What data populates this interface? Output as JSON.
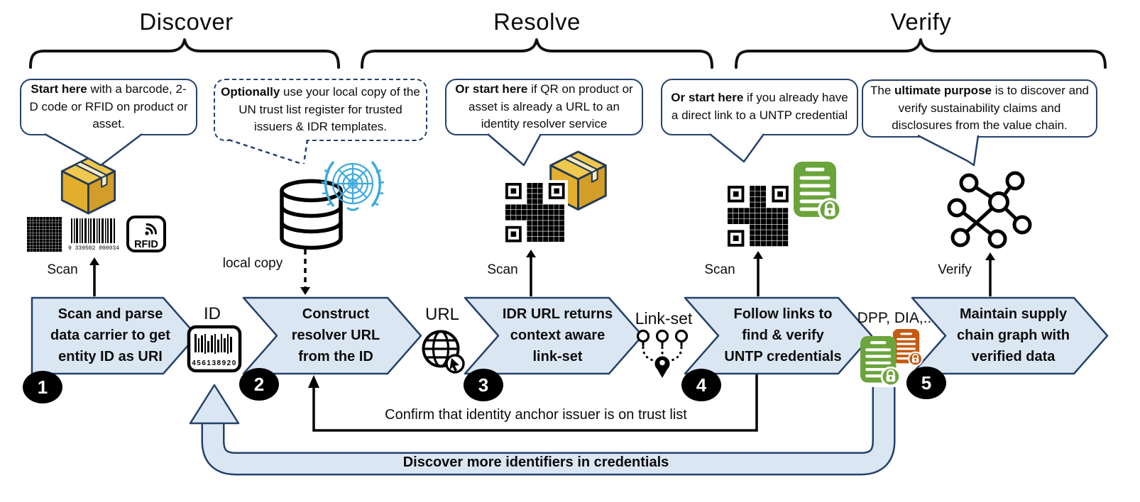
{
  "phases": [
    {
      "label": "Discover"
    },
    {
      "label": "Resolve"
    },
    {
      "label": "Verify"
    }
  ],
  "callouts": [
    {
      "pre": "",
      "bold": "Start here",
      "post": " with a barcode, 2-D code or RFID on product or asset."
    },
    {
      "pre": "",
      "bold": "Optionally",
      "post": " use your local copy of the UN trust list register for trusted issuers & IDR templates."
    },
    {
      "pre": "",
      "bold": "Or start here",
      "post": " if QR on product or asset is already a URL to an identity resolver service"
    },
    {
      "pre": "",
      "bold": "Or start here",
      "post": " if you already have a direct link to a UNTP credential"
    },
    {
      "pre": "The ",
      "bold": "ultimate purpose",
      "post": " is to discover and verify sustainability claims and disclosures from the value chain."
    }
  ],
  "steps": [
    {
      "number": "1",
      "label": "Scan and parse\ndata carrier to get\nentity ID as URI"
    },
    {
      "number": "2",
      "label": "Construct\nresolver URL\nfrom the ID"
    },
    {
      "number": "3",
      "label": "IDR URL returns\ncontext aware\nlink-set"
    },
    {
      "number": "4",
      "label": "Follow links to\nfind & verify\nUNTP credentials"
    },
    {
      "number": "5",
      "label": "Maintain supply\nchain graph with\nverified data"
    }
  ],
  "artifacts": {
    "id_label": "ID",
    "url_label": "URL",
    "linkset_label": "Link-set",
    "credentials_label": "DPP, DIA,..",
    "id_barcode_digits": "456138920",
    "product_barcode_digits": "9 339502 000034",
    "rfid_label": "RFID"
  },
  "action_labels": {
    "scan1": "Scan",
    "local_copy": "local copy",
    "scan3": "Scan",
    "scan4": "Scan",
    "verify": "Verify"
  },
  "feedback": {
    "trust": "Confirm that identity anchor issuer is on trust list",
    "discover_more": "Discover more identifiers in credentials"
  },
  "colors": {
    "outline_navy": "#24426b",
    "chevron_fill": "#dbe6f3",
    "band_fill": "#dbe6f3",
    "credential_green": "#6ba43c",
    "credential_orange": "#c55a11",
    "un_blue": "#3fa9dc",
    "box_yellow": "#eec04a",
    "ink": "#000000"
  }
}
